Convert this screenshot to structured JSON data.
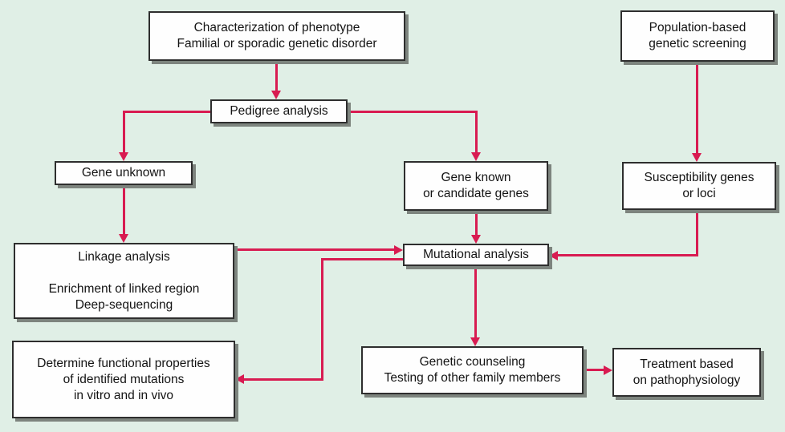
{
  "colors": {
    "background": "#e0efe6",
    "arrow": "#d81b51",
    "box_fill": "#fefefe",
    "box_border": "#2e2e2e",
    "box_shadow": "#7d847e",
    "text": "#141414"
  },
  "nodes": {
    "characterization": {
      "lines": [
        "Characterization of phenotype",
        "Familial or sporadic genetic disorder"
      ]
    },
    "population": {
      "lines": [
        "Population-based",
        "genetic screening"
      ]
    },
    "pedigree": {
      "lines": [
        "Pedigree analysis"
      ]
    },
    "gene_unknown": {
      "lines": [
        "Gene unknown"
      ]
    },
    "gene_known": {
      "lines": [
        "Gene known",
        "or candidate genes"
      ]
    },
    "susceptibility": {
      "lines": [
        "Susceptibility genes",
        "or loci"
      ]
    },
    "linkage": {
      "lines": [
        "Linkage analysis",
        "",
        "Enrichment of linked region",
        "Deep-sequencing"
      ]
    },
    "mutational": {
      "lines": [
        "Mutational analysis"
      ]
    },
    "determine": {
      "lines": [
        "Determine functional properties",
        "of identified mutations",
        "in vitro and in vivo"
      ]
    },
    "counseling": {
      "lines": [
        "Genetic counseling",
        "Testing of other family members"
      ]
    },
    "treatment": {
      "lines": [
        "Treatment based",
        "on pathophysiology"
      ]
    }
  },
  "edges": [
    {
      "from": "characterization",
      "to": "pedigree"
    },
    {
      "from": "pedigree",
      "to": "gene_unknown"
    },
    {
      "from": "pedigree",
      "to": "gene_known"
    },
    {
      "from": "population",
      "to": "susceptibility"
    },
    {
      "from": "gene_unknown",
      "to": "linkage"
    },
    {
      "from": "gene_known",
      "to": "mutational"
    },
    {
      "from": "linkage",
      "to": "mutational"
    },
    {
      "from": "susceptibility",
      "to": "mutational"
    },
    {
      "from": "mutational",
      "to": "counseling"
    },
    {
      "from": "mutational",
      "to": "determine"
    },
    {
      "from": "counseling",
      "to": "treatment"
    }
  ]
}
